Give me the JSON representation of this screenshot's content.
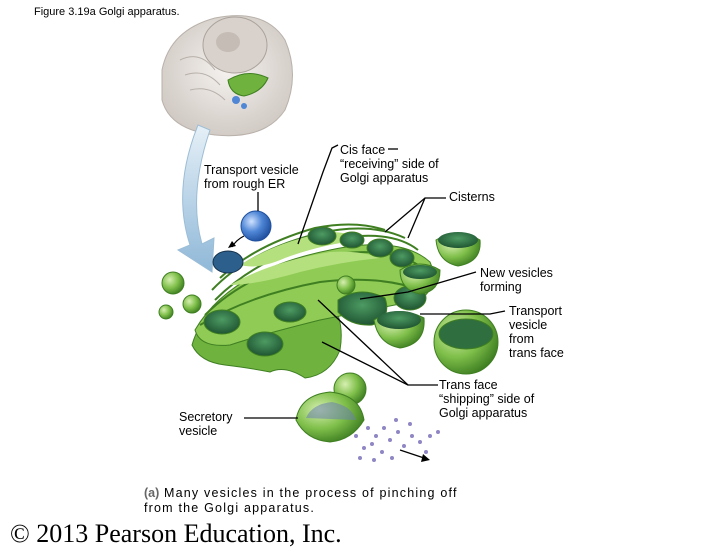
{
  "figure_title": "Figure 3.19a  Golgi apparatus.",
  "labels": {
    "transport_er": "Transport vesicle\nfrom rough ER",
    "cis_face": "Cis face\n“receiving” side of\nGolgi apparatus",
    "cisterns": "Cisterns",
    "new_vesicles": "New vesicles\nforming",
    "transport_trans": "Transport\nvesicle\nfrom\ntrans face",
    "trans_face": "Trans face\n“shipping” side of\nGolgi apparatus",
    "secretory": "Secretory\nvesicle"
  },
  "caption": {
    "letter": "(a)",
    "text": "Many vesicles in the process of pinching off\nfrom the Golgi apparatus."
  },
  "copyright": "© 2013 Pearson Education, Inc.",
  "colors": {
    "golgi_light": "#a6d46a",
    "golgi_mid": "#6fb33e",
    "golgi_dark": "#3f7f22",
    "lumen": "#2e6e45",
    "transport_vesicle": "#4f86d6",
    "cell": "#e8e3df",
    "arrow": "#9fc3de"
  }
}
